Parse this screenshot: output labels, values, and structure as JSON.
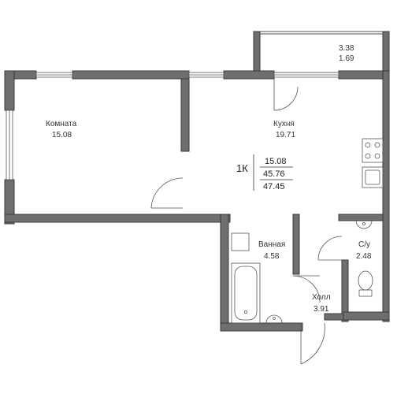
{
  "plan": {
    "rooms": {
      "komnata": {
        "name": "Комната",
        "area": "15.08"
      },
      "kuhnya": {
        "name": "Кухня",
        "area": "19.71"
      },
      "vannaya": {
        "name": "Ванная",
        "area": "4.58"
      },
      "holl": {
        "name": "Холл",
        "area": "3.91"
      },
      "su": {
        "name": "С/у",
        "area": "2.48"
      },
      "balcony": {
        "area": "3.38",
        "area_reduced": "1.69"
      }
    },
    "summary": {
      "apartment_type": "1К",
      "living_area": "15.08",
      "total_area": "45.76",
      "total_area_with_balcony": "47.45"
    },
    "colors": {
      "wall": "#6f6f6f",
      "wall_outline": "#3a3a3a",
      "line": "#555555"
    }
  }
}
